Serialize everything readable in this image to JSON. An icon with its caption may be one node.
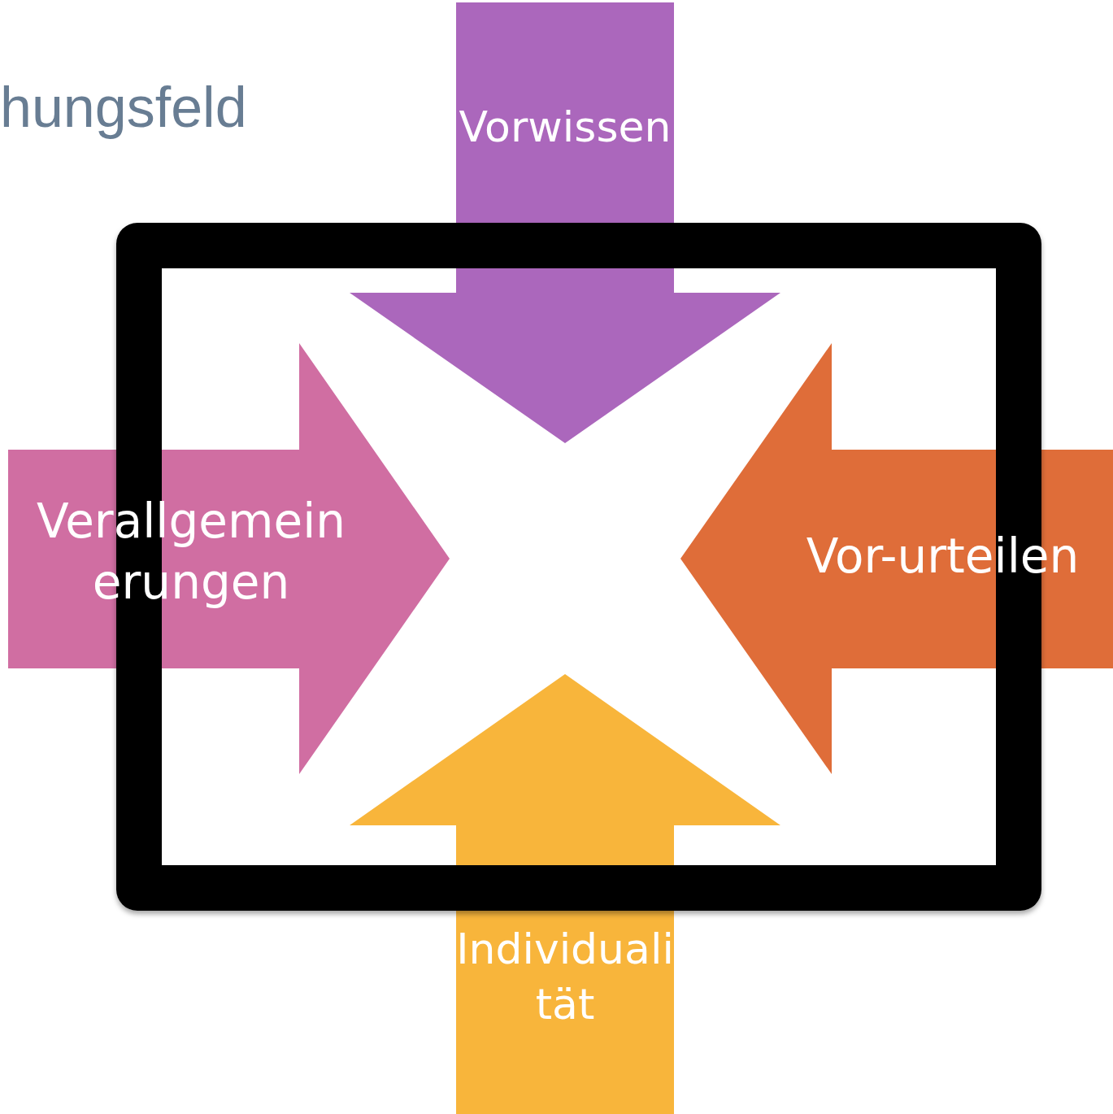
{
  "diagram": {
    "title": "hungsfeld",
    "nodes": [
      {
        "text": [
          "Vorwissen"
        ]
      },
      {
        "text": [
          "Verallgemeinerungen"
        ]
      },
      {
        "text": [
          "Vor-urteilen"
        ]
      },
      {
        "text": [
          "Individualität"
        ]
      },
      {
        "text": [],
        "shape": "box"
      }
    ]
  }
}
